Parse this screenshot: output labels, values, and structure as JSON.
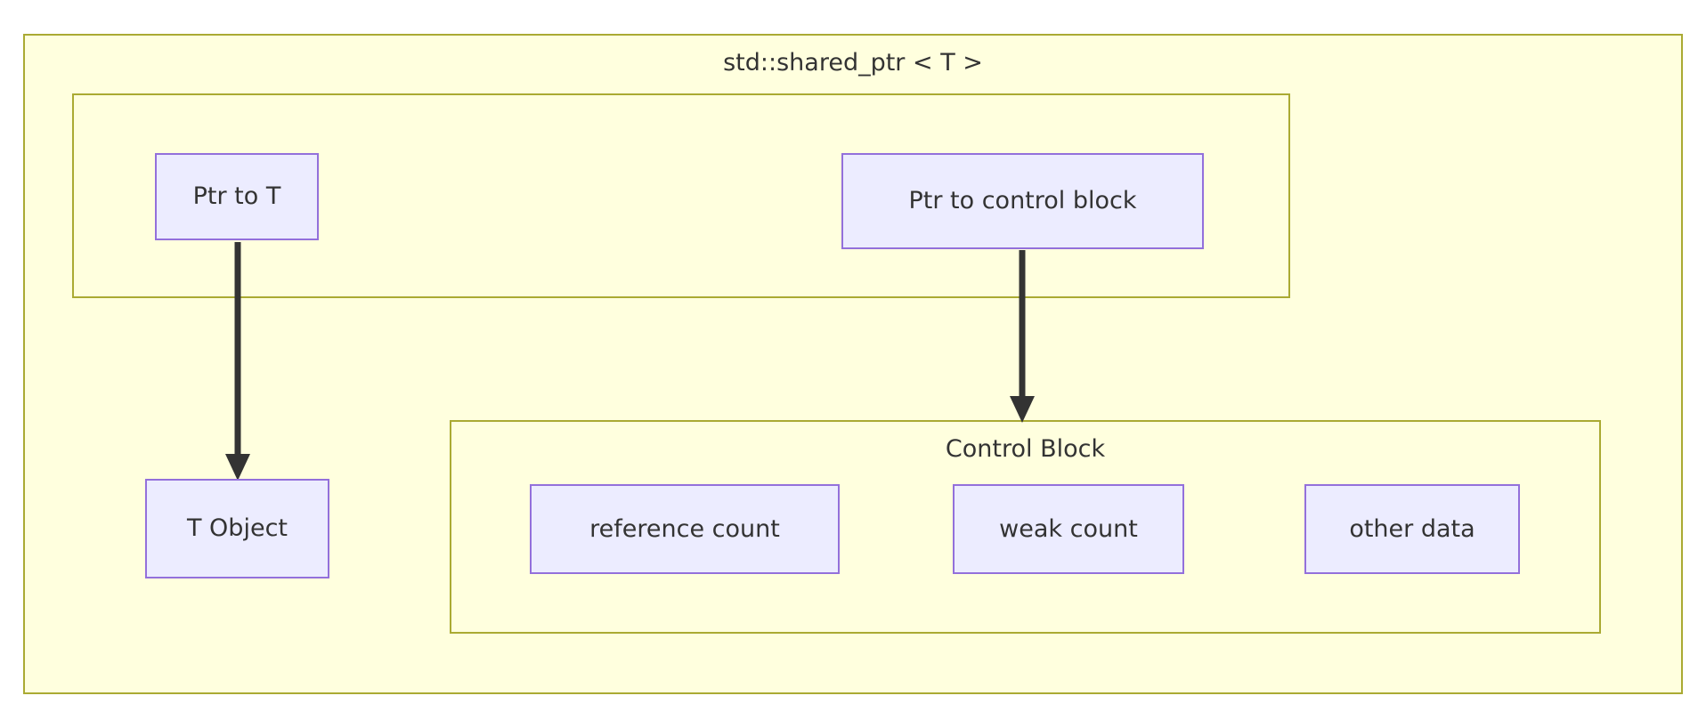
{
  "diagram": {
    "title": "std::shared_ptr < T >",
    "type": "flowchart",
    "colors": {
      "cluster_fill": "#ffffde",
      "cluster_border": "#aaaa33",
      "node_fill": "#ececff",
      "node_border": "#9370db",
      "edge_stroke": "#333333",
      "text": "#333333",
      "background": "#ffffff"
    },
    "clusters": [
      {
        "id": "shared-ptr",
        "label": "std::shared_ptr < T >"
      },
      {
        "id": "ptr-fields",
        "label": ""
      },
      {
        "id": "control-block",
        "label": "Control Block"
      }
    ],
    "nodes": [
      {
        "id": "ptr-to-t",
        "label": "Ptr to T"
      },
      {
        "id": "ptr-to-ctrl-block",
        "label": "Ptr to control block"
      },
      {
        "id": "t-object",
        "label": "T Object"
      },
      {
        "id": "reference-count",
        "label": "reference count"
      },
      {
        "id": "weak-count",
        "label": "weak count"
      },
      {
        "id": "other-data",
        "label": "other data"
      }
    ],
    "edges": [
      {
        "id": "edge-ptr-to-t-object",
        "from": "ptr-to-t",
        "to": "t-object",
        "label": "",
        "arrow": "arrow-down"
      },
      {
        "id": "edge-ptr-to-control-block",
        "from": "ptr-to-ctrl-block",
        "to": "control-block",
        "label": "",
        "arrow": "arrow-down"
      }
    ]
  }
}
